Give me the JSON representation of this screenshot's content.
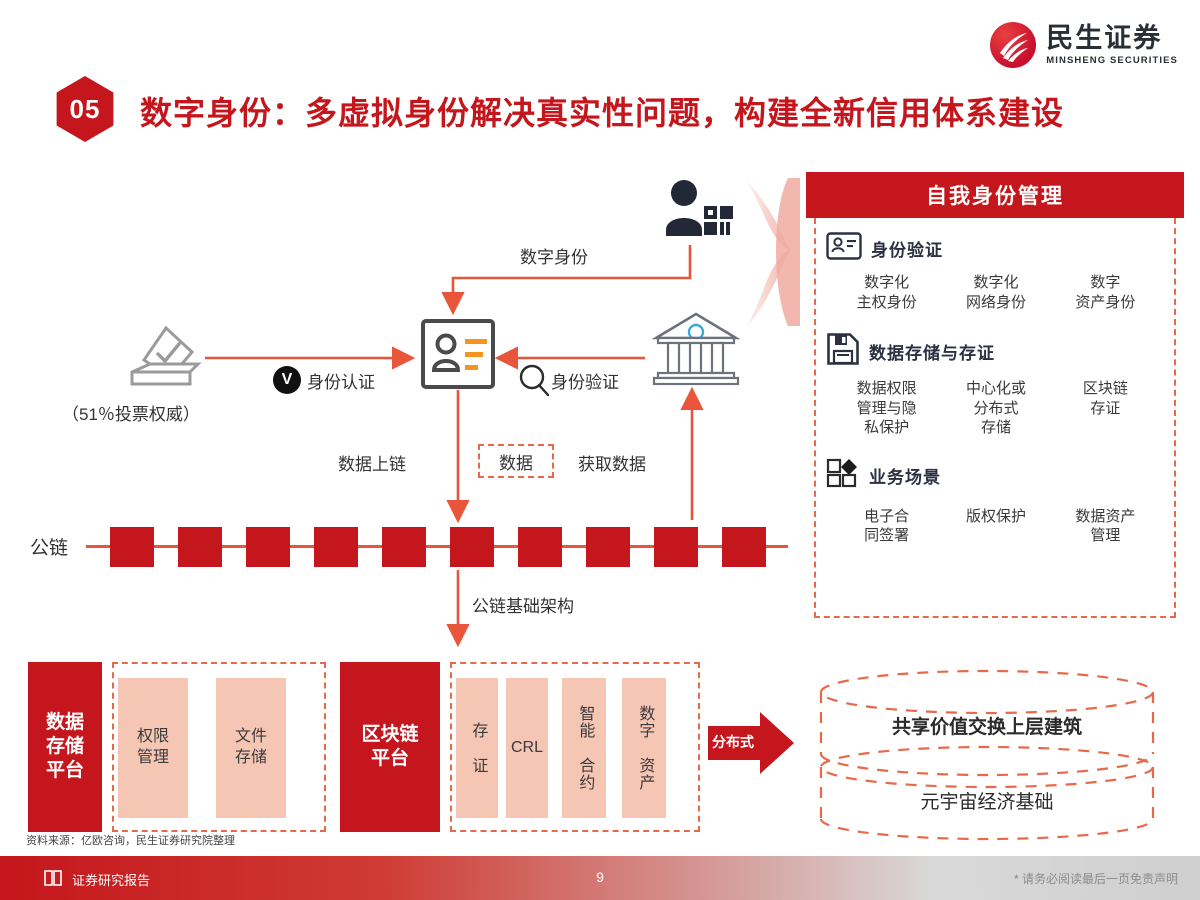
{
  "brand": {
    "logo_cn": "民生证券",
    "logo_en": "MINSHENG SECURITIES",
    "accent_red": "#c4161c",
    "accent_orange": "#e8553a",
    "pink_fill": "#f6c6b5"
  },
  "header": {
    "section_number": "05",
    "title": "数字身份：多虚拟身份解决真实性问题，构建全新信用体系建设"
  },
  "panel": {
    "title": "自我身份管理",
    "sections": [
      {
        "icon": "id-badge-icon",
        "heading": "身份验证",
        "items": [
          "数字化\n主权身份",
          "数字化\n网络身份",
          "数字\n资产身份"
        ]
      },
      {
        "icon": "floppy-disk-icon",
        "heading": "数据存储与存证",
        "items": [
          "数据权限\n管理与隐\n私保护",
          "中心化或\n分布式\n存储",
          "区块链\n存证"
        ]
      },
      {
        "icon": "blocks-icon",
        "heading": "业务场景",
        "items": [
          "电子合\n同签署",
          "版权保护",
          "数据资产\n管理"
        ]
      }
    ]
  },
  "flow": {
    "digital_identity_label": "数字身份",
    "authority_label": "（51％投票权威）",
    "auth_badge_letter": "V",
    "auth_label": "身份认证",
    "verify_label": "身份验证",
    "data_onchain_label": "数据上链",
    "data_box_label": "数据",
    "fetch_data_label": "获取数据",
    "public_chain_label": "公链",
    "chain_infra_label": "公链基础架构",
    "chain_block_count": 10
  },
  "platforms": [
    {
      "name": "数据\n存储\n平台",
      "boxes": [
        "权限\n管理",
        "文件\n存储"
      ]
    },
    {
      "name": "区块链\n平台",
      "boxes": [
        "存\n证",
        "CRL",
        "智能\n合约",
        "数字\n资产"
      ]
    }
  ],
  "distribution": {
    "arrow_label": "分布式",
    "cylinders": [
      "共享价值交换上层建筑",
      "元宇宙经济基础"
    ]
  },
  "source": "资料来源：亿欧咨询，民生证券研究院整理",
  "footer": {
    "left": "证券研究报告",
    "page": "9",
    "right": "* 请务必阅读最后一页免责声明"
  }
}
